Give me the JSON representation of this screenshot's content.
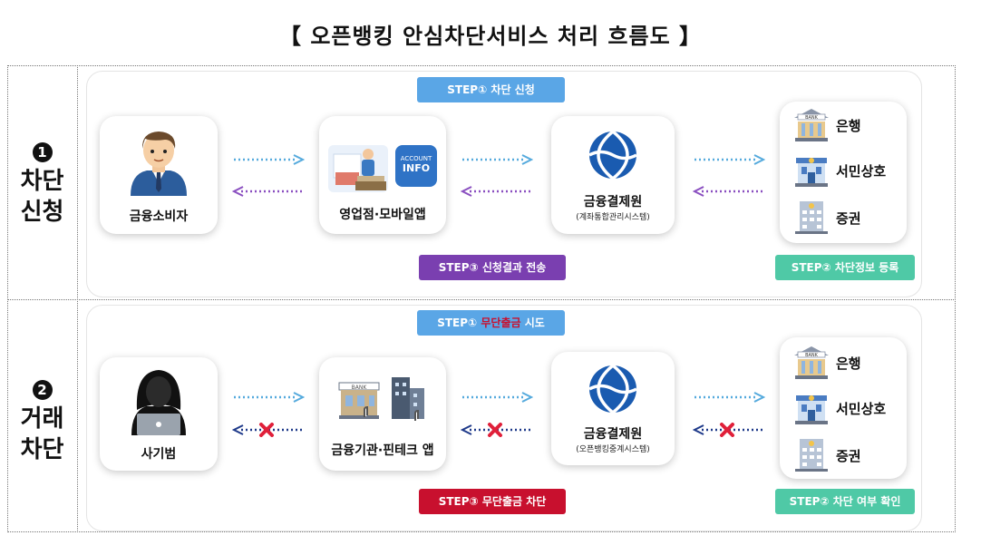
{
  "title": "【 오픈뱅킹 안심차단서비스 처리 흐름도 】",
  "colors": {
    "step_blue": "#5aa6e6",
    "step_purple": "#7a3fb0",
    "step_green": "#4fc9a6",
    "step_red": "#c8102e",
    "arrow_blue": "#55aadd",
    "arrow_purple": "#8a4fc0",
    "block_red": "#e0203a"
  },
  "sections": [
    {
      "num": "1",
      "label_lines": [
        "차단",
        "신청"
      ],
      "step1": "STEP① 차단 신청",
      "step2": "STEP② 차단정보 등록",
      "step3": "STEP③ 신청결과 전송",
      "nodes": {
        "customer": "금융소비자",
        "channel": "영업점·모바일앱",
        "channel_icon_text": [
          "ACCOUNT",
          "INFO"
        ],
        "kftc": "금융결제원",
        "kftc_sub": "(계좌통합관리시스템)"
      },
      "institutions": [
        "은행",
        "서민상호",
        "증권"
      ]
    },
    {
      "num": "2",
      "label_lines": [
        "거래",
        "차단"
      ],
      "step1_prefix": "STEP① ",
      "step1_highlight": "무단출금",
      "step1_suffix": " 시도",
      "step2": "STEP② 차단 여부 확인",
      "step3": "STEP③ 무단출금 차단",
      "nodes": {
        "customer": "사기범",
        "channel": "금융기관·핀테크 앱",
        "kftc": "금융결제원",
        "kftc_sub": "(오픈뱅킹중계시스템)"
      },
      "institutions": [
        "은행",
        "서민상호",
        "증권"
      ]
    }
  ],
  "bank_sign": "BANK"
}
